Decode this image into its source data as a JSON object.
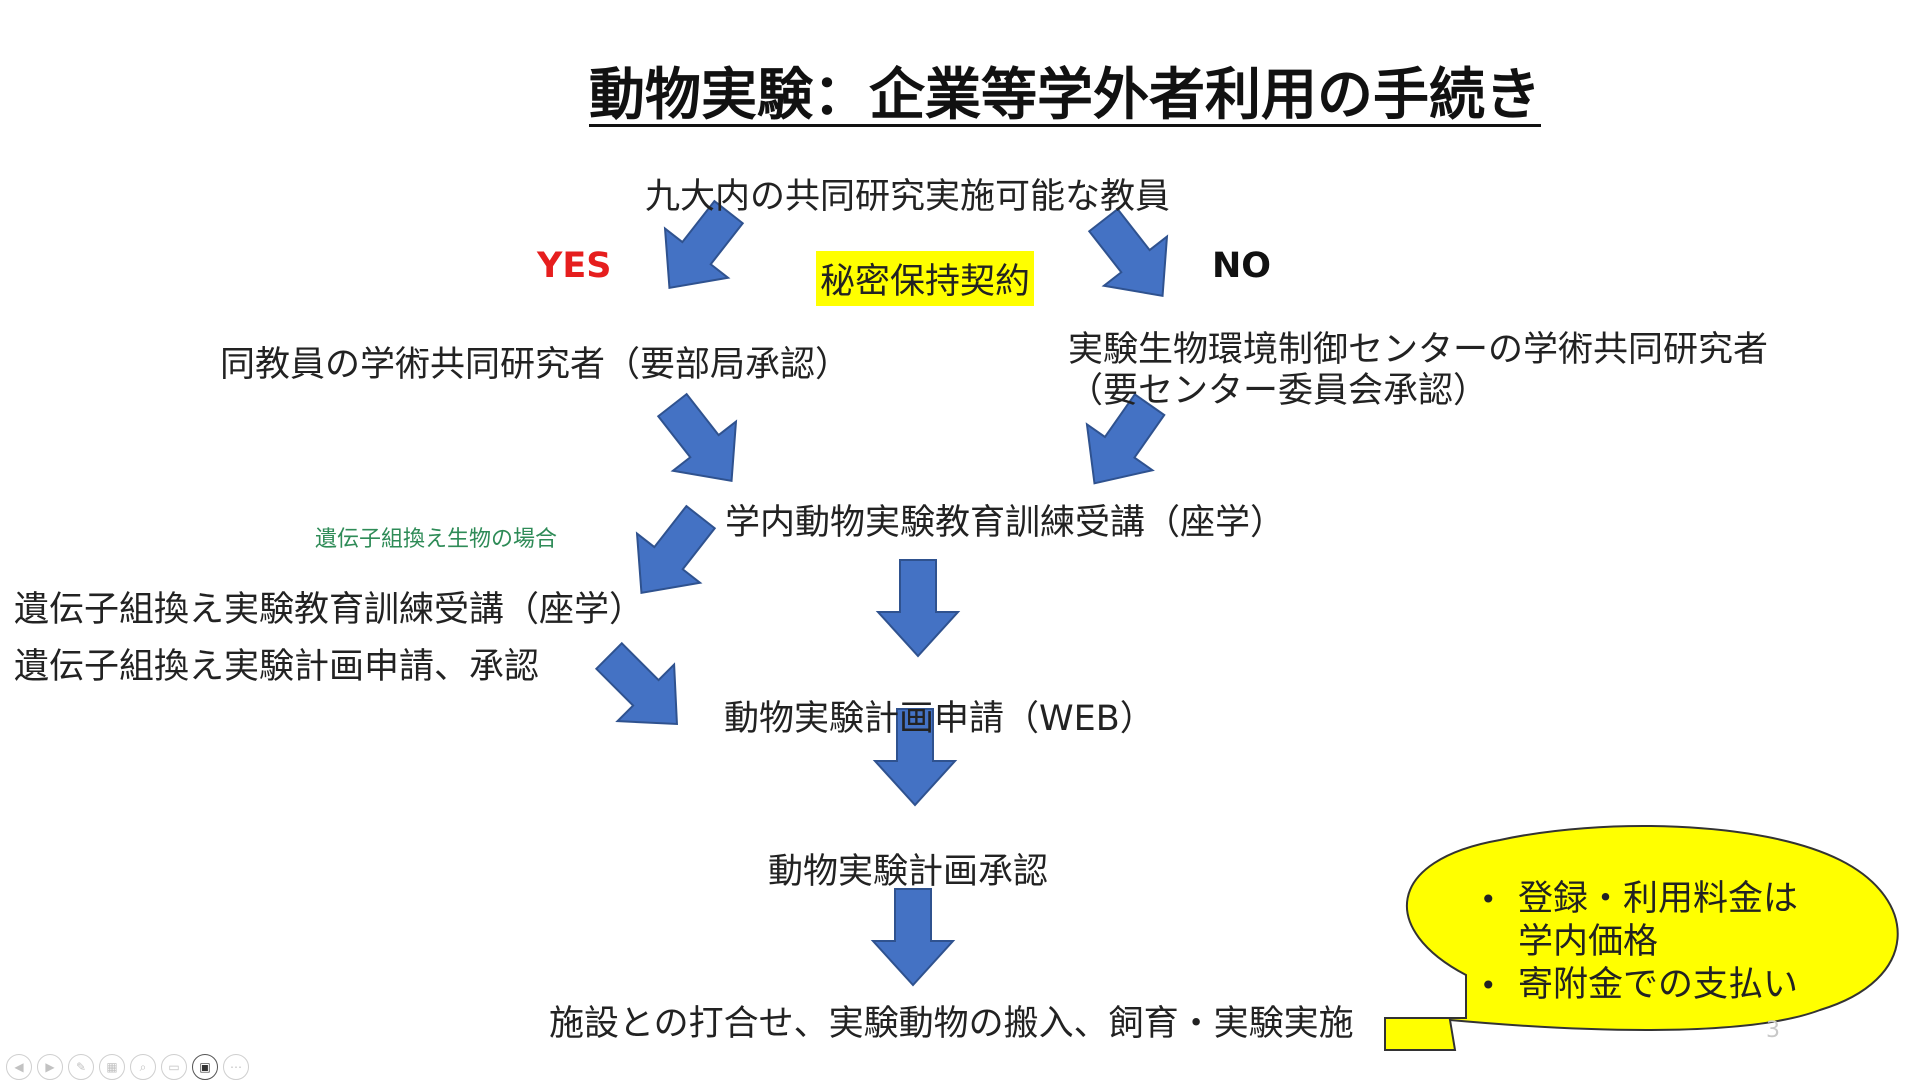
{
  "slide": {
    "title": "動物実験：企業等学外者利用の手続き",
    "root": "九大内の共同研究実施可能な教員",
    "yes_label": "YES",
    "no_label": "NO",
    "confidentiality": "秘密保持契約",
    "yes_branch": "同教員の学術共同研究者（要部局承認）",
    "no_branch_line1": "実験生物環境制御センターの学術共同研究者",
    "no_branch_line2": "（要センター委員会承認）",
    "training": "学内動物実験教育訓練受講（座学）",
    "gmo_note": "遺伝子組換え生物の場合",
    "gmo_training": "遺伝子組換え実験教育訓練受講（座学）",
    "gmo_plan": "遺伝子組換え実験計画申請、承認",
    "plan_application": "動物実験計画申請（WEB）",
    "plan_approval": "動物実験計画承認",
    "final_step": "施設との打合せ、実験動物の搬入、飼育・実験実施",
    "callout": [
      "登録・利用料金は",
      "学内価格",
      "寄附金での支払い"
    ],
    "page_number": "3",
    "colors": {
      "arrow": "#4472c4",
      "arrow_stroke": "#2f528f",
      "yes": "#e61e1e",
      "highlight": "#ffff00",
      "callout_fill": "#ffff00",
      "note_green": "#2e8b57"
    }
  },
  "toolbar": {
    "icons": [
      "prev-icon",
      "next-icon",
      "pen-icon",
      "slides-icon",
      "zoom-icon",
      "subtitles-icon",
      "camera-icon",
      "more-icon"
    ]
  }
}
